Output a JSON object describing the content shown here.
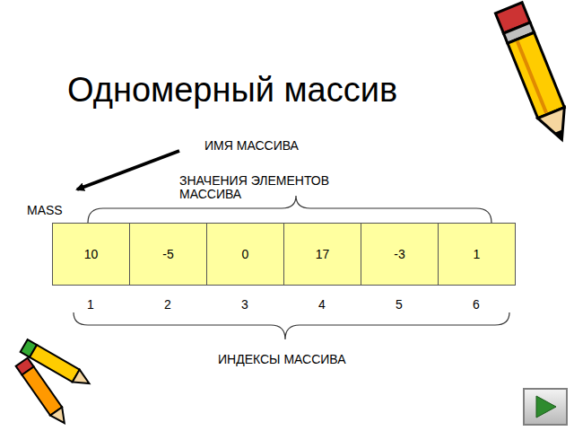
{
  "diagram": {
    "title": "Одномерный массив",
    "nodes": [
      {
        "text": [
          "10"
        ]
      },
      {
        "text": [
          "-5"
        ]
      },
      {
        "text": [
          "0"
        ]
      },
      {
        "text": [
          "17"
        ]
      },
      {
        "text": [
          "-3"
        ]
      },
      {
        "text": [
          "1"
        ]
      }
    ],
    "labels": [
      "ИМЯ МАССИВА",
      "ЗНАЧЕНИЯ ЭЛЕМЕНТОВ МАССИВА",
      "MASS",
      "1",
      "2",
      "3",
      "4",
      "5",
      "6",
      "ИНДЕКСЫ МАССИВА"
    ]
  }
}
